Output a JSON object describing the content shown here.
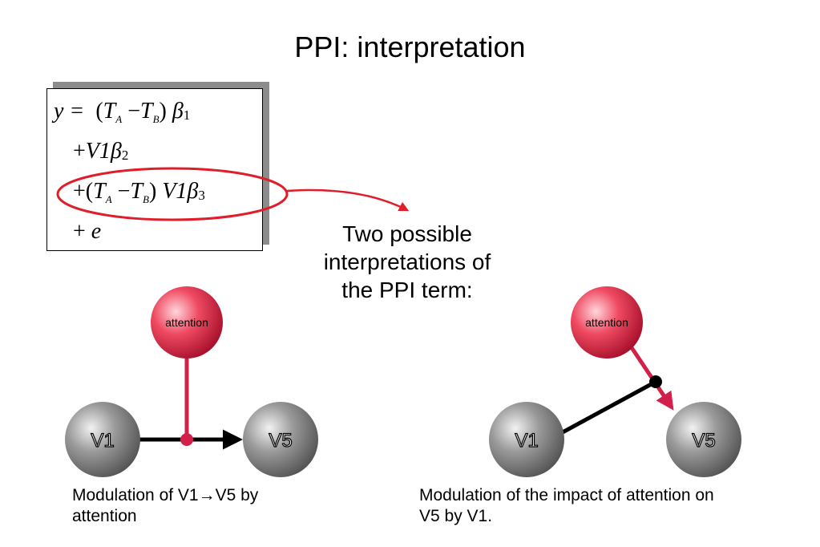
{
  "title": "PPI: interpretation",
  "equation": {
    "line1": {
      "lhs": "y =",
      "open": "(",
      "t_a": "T",
      "sub_a": "A",
      "minus": "−",
      "t_b": "T",
      "sub_b": "B",
      "close": ")",
      "beta": "β",
      "index": "1"
    },
    "line2": {
      "plus": "+",
      "var": "V1",
      "beta": "β",
      "index": "2"
    },
    "line3": {
      "plus": "+",
      "open": "(",
      "t_a": "T",
      "sub_a": "A",
      "minus": "−",
      "t_b": "T",
      "sub_b": "B",
      "close": ")",
      "var": "V1",
      "beta": "β",
      "index": "3"
    },
    "line4": {
      "plus": "+",
      "var": "e"
    }
  },
  "callout_text": "Two possible interpretations of the PPI term:",
  "models": {
    "left": {
      "modulator_label": "attention",
      "source_label": "V1",
      "target_label": "V5",
      "caption_line1": "Modulation of V1→V5 by",
      "caption_line2": "attention"
    },
    "right": {
      "modulator_label": "attention",
      "source_label": "V1",
      "target_label": "V5",
      "caption_line1": "Modulation of the impact of attention on",
      "caption_line2": "V5 by V1."
    }
  },
  "colors": {
    "modulator_fill": "#e8304a",
    "node_grey": "#8a8a8a",
    "connection_red": "#d3204a",
    "ellipse_red": "#e01e2a",
    "arrow_black": "#000000"
  }
}
